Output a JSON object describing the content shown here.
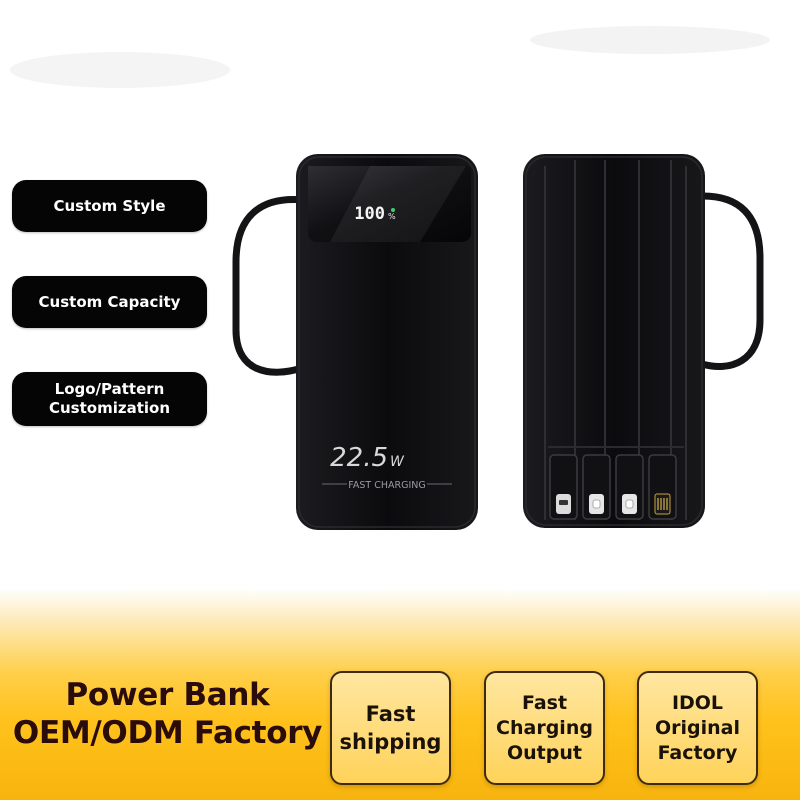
{
  "features": [
    {
      "lines": [
        "Custom Style"
      ]
    },
    {
      "lines": [
        "Custom Capacity"
      ]
    },
    {
      "lines": [
        "Logo/Pattern",
        "Customization"
      ]
    }
  ],
  "product_front": {
    "display_reading": "100",
    "display_unit": "%",
    "power_value": "22.5",
    "power_unit": "W",
    "charging_label": "FAST CHARGING"
  },
  "headline": {
    "line1": "Power Bank",
    "line2": "OEM/ODM Factory"
  },
  "highlights": [
    {
      "lines": [
        "Fast",
        "shipping"
      ]
    },
    {
      "lines": [
        "Fast",
        "Charging",
        "Output"
      ]
    },
    {
      "lines": [
        "IDOL",
        "Original",
        "Factory"
      ]
    }
  ],
  "colors": {
    "body": "#0c0c0e",
    "banner_gold": "#ffc21c",
    "text_dark": "#2b0c0c"
  }
}
